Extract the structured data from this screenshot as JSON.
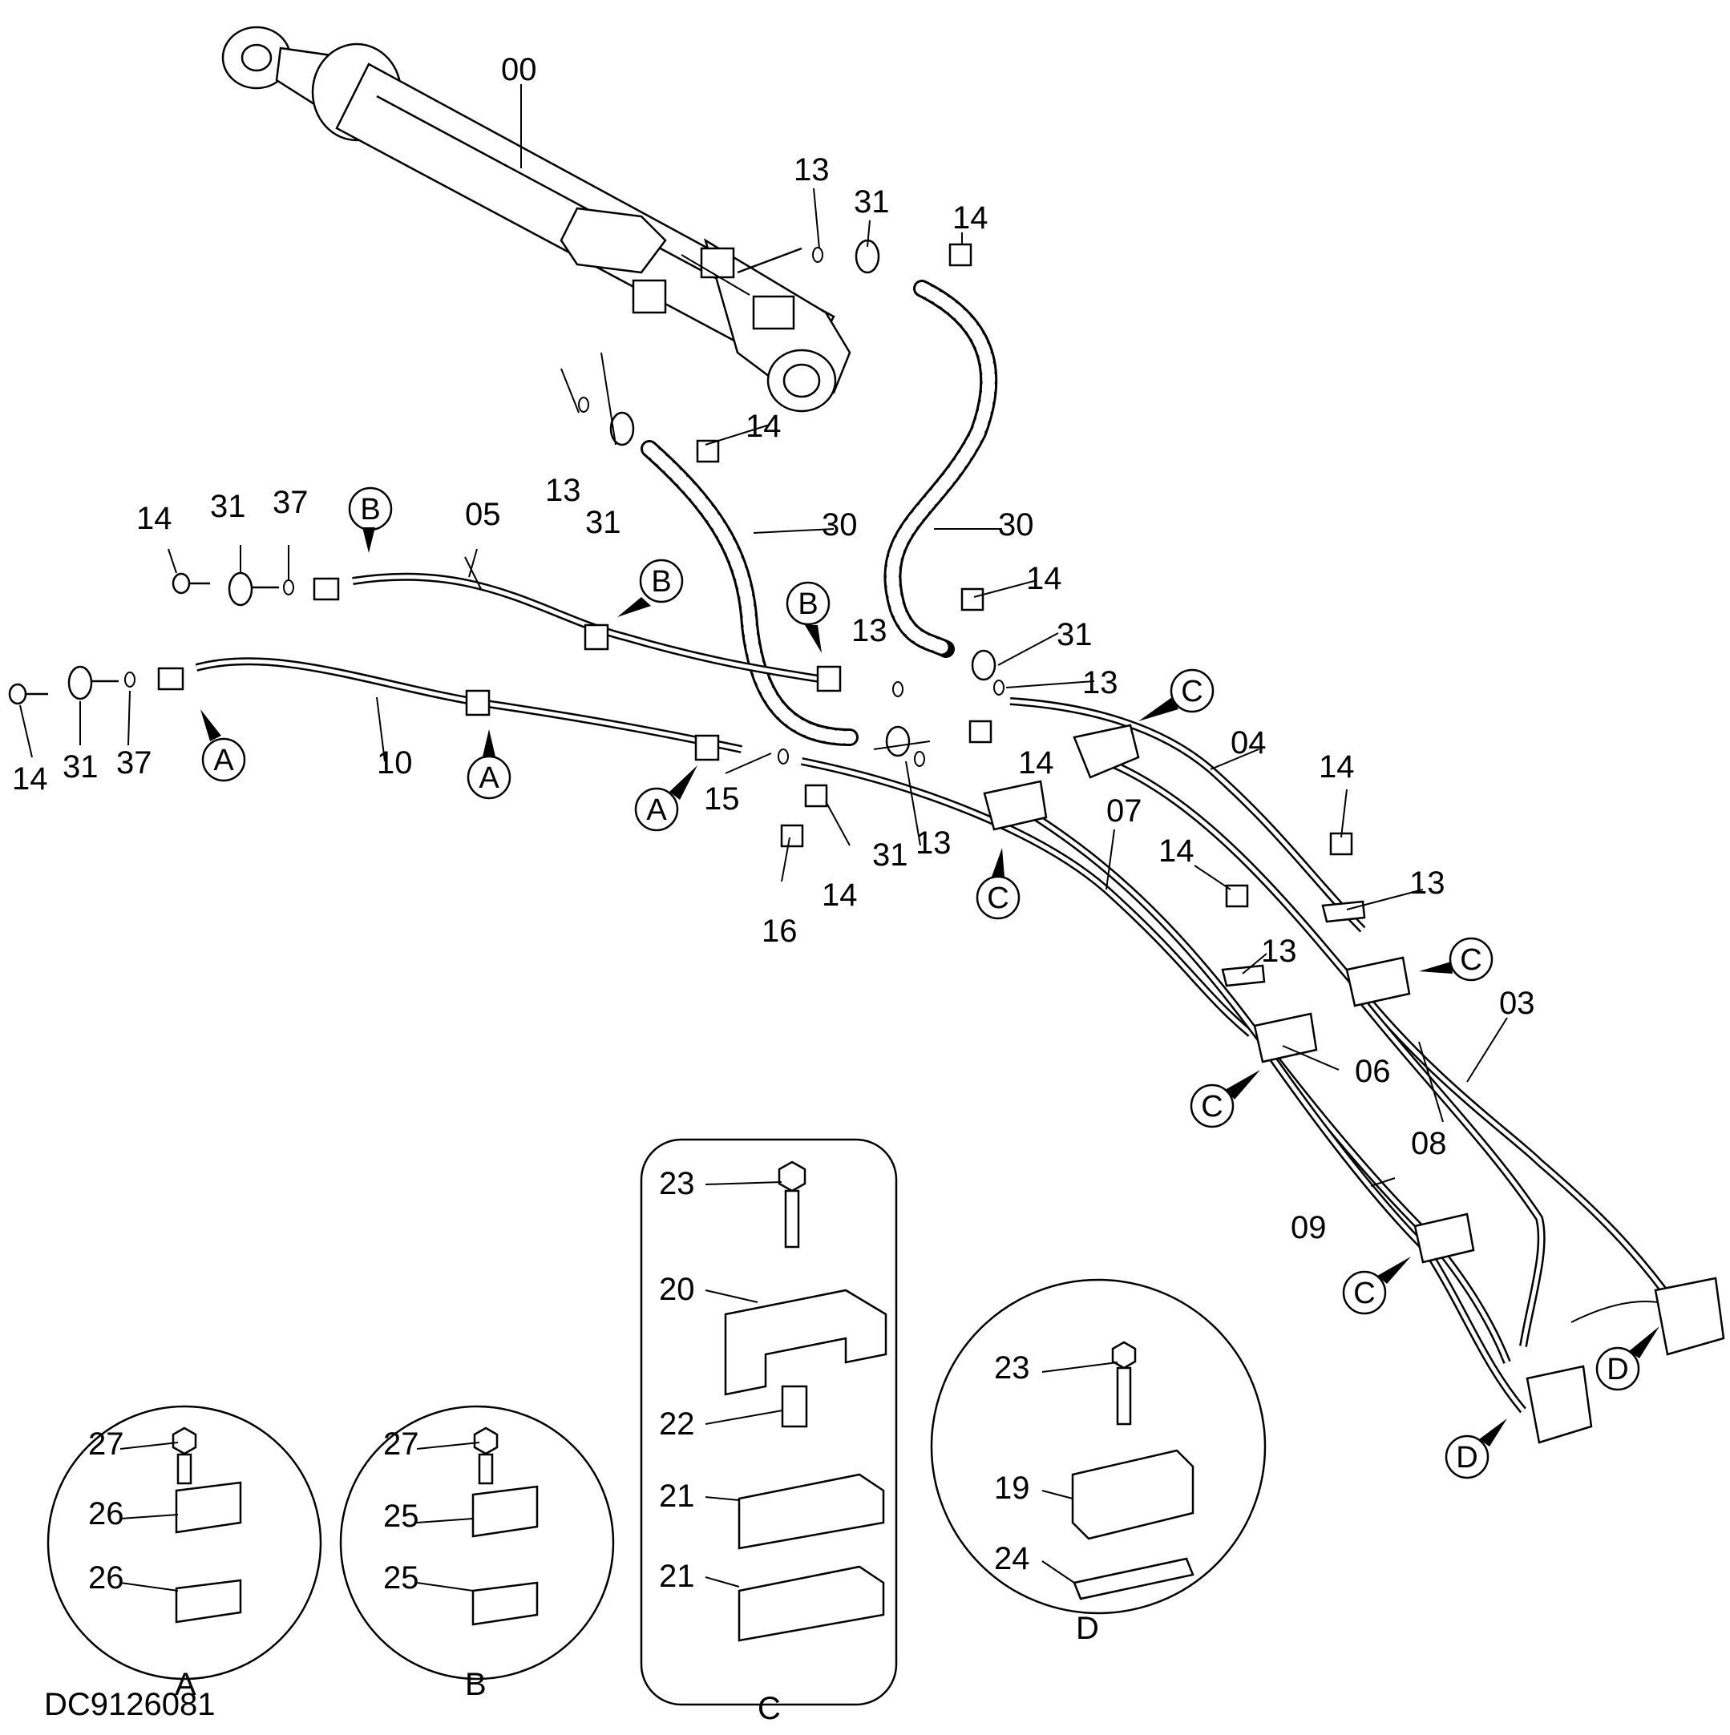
{
  "document_id": "DC9126081",
  "part_labels": {
    "cylinder": "00",
    "pipe_03": "03",
    "pipe_04": "04",
    "pipe_05": "05",
    "pipe_06": "06",
    "pipe_07": "07",
    "pipe_08": "08",
    "pipe_09": "09",
    "pipe_10": "10",
    "oring_13": "13",
    "bolt_14": "14",
    "oring_15": "15",
    "bolt_16": "16",
    "hose_30": "30",
    "flange_31": "31",
    "oring_37": "37"
  },
  "clamp_refs": {
    "a": "A",
    "b": "B",
    "c": "C",
    "d": "D"
  },
  "details": {
    "a": {
      "label": "A",
      "parts": [
        "27",
        "26",
        "26"
      ]
    },
    "b": {
      "label": "B",
      "parts": [
        "27",
        "25",
        "25"
      ]
    },
    "c": {
      "label": "C",
      "parts": [
        "23",
        "20",
        "22",
        "21",
        "21"
      ]
    },
    "d": {
      "label": "D",
      "parts": [
        "23",
        "19",
        "24"
      ]
    }
  }
}
